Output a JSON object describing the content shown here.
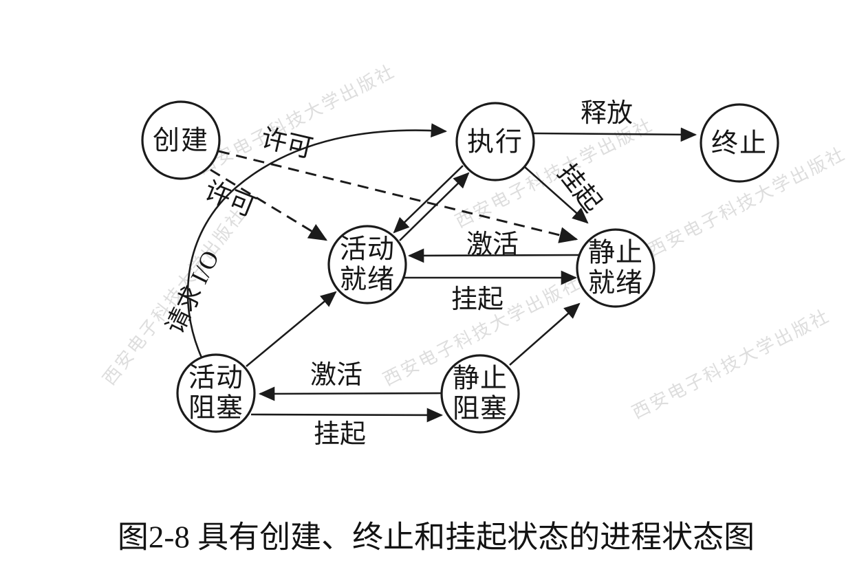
{
  "figure": {
    "caption": "图2-8  具有创建、终止和挂起状态的进程状态图",
    "watermark_text": "西安电子科技大学出版社",
    "colors": {
      "ink": "#1b1b1b",
      "background": "#ffffff",
      "watermark": "#c3c3c3"
    }
  },
  "nodes": {
    "create": {
      "label": "创建"
    },
    "running": {
      "label": "执行"
    },
    "terminated": {
      "label": "终止"
    },
    "active_ready": {
      "lines": [
        "活动",
        "就绪"
      ]
    },
    "static_ready": {
      "lines": [
        "静止",
        "就绪"
      ]
    },
    "active_blocked": {
      "lines": [
        "活动",
        "阻塞"
      ]
    },
    "static_blocked": {
      "lines": [
        "静止",
        "阻塞"
      ]
    }
  },
  "edge_labels": {
    "admit_to_static_ready": "许可",
    "admit_to_active_ready": "许可",
    "release": "释放",
    "suspend_from_running": "挂起",
    "activate_ready": "激活",
    "suspend_ready": "挂起",
    "activate_blocked": "激活",
    "suspend_blocked": "挂起",
    "request_io": "请求 I/O"
  }
}
